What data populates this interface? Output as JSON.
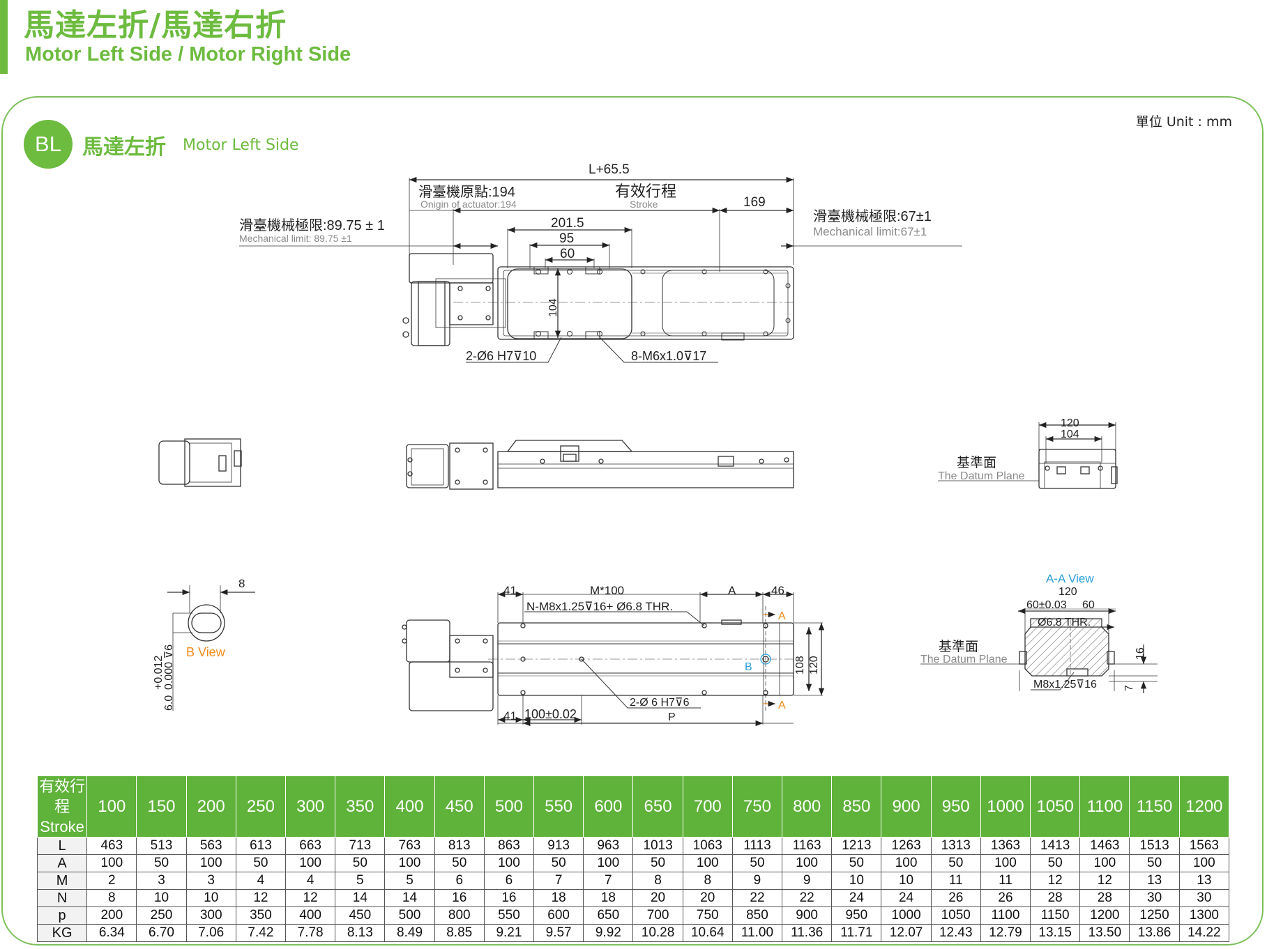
{
  "header": {
    "title_zh": "馬達左折/馬達右折",
    "title_en": "Motor Left Side / Motor Right Side"
  },
  "unit_label": "單位 Unit : mm",
  "section": {
    "badge": "BL",
    "title_zh": "馬達左折",
    "title_en": "Motor Left Side"
  },
  "top_view": {
    "total_length": "L+65.5",
    "origin_zh": "滑臺機原點:194",
    "origin_en": "Onigin of actuator:194",
    "stroke_zh": "有效行程",
    "stroke_en": "Stroke",
    "dim_169": "169",
    "mech_limit_left_zh": "滑臺機械極限:89.75 ± 1",
    "mech_limit_left_en": "Mechanical limit: 89.75 ±1",
    "mech_limit_right_zh": "滑臺機械極限:67±1",
    "mech_limit_right_en": "Mechanical limit:67±1",
    "dim_201_5": "201.5",
    "dim_95": "95",
    "dim_60": "60",
    "dim_104": "104",
    "note_pin_hole": "2-Ø6 H7⊽10",
    "note_tap": "8-M6x1.0⊽17"
  },
  "end_view": {
    "dim_120": "120",
    "dim_104": "104",
    "datum_zh": "基準面",
    "datum_en": "The Datum Plane"
  },
  "b_view": {
    "dim_8": "8",
    "tolerance_line1": "+0.012",
    "tolerance_line2": "0.000 ⊽6",
    "tolerance_line3": "6.0",
    "label": "B View"
  },
  "bottom_view": {
    "dim_41_top": "41",
    "dim_m100": "M*100",
    "dim_a": "A",
    "dim_46": "46",
    "note_thread": "N-M8x1.25⊽16+ Ø6.8 THR.",
    "dim_41_bottom": "41",
    "dim_100": "100±0.02",
    "note_pin": "2-Ø 6  H7⊽6",
    "dim_p": "P",
    "dim_108": "108",
    "dim_120": "120",
    "marker_a": "A",
    "marker_b": "B"
  },
  "aa_view": {
    "title": "A-A View",
    "dim_120": "120",
    "dim_60_tol": "60±0.03",
    "dim_60": "60",
    "dim_thru": "Ø6.8  THR.",
    "datum_zh": "基準面",
    "datum_en": "The Datum Plane",
    "dim_16": "16",
    "dim_7": "7",
    "note_tap": "M8x1.25⊽16"
  },
  "spec_table": {
    "header_zh": "有效行程",
    "header_en": "Stroke",
    "strokes": [
      "100",
      "150",
      "200",
      "250",
      "300",
      "350",
      "400",
      "450",
      "500",
      "550",
      "600",
      "650",
      "700",
      "750",
      "800",
      "850",
      "900",
      "950",
      "1000",
      "1050",
      "1100",
      "1150",
      "1200"
    ],
    "rows": [
      {
        "label": "L",
        "values": [
          "463",
          "513",
          "563",
          "613",
          "663",
          "713",
          "763",
          "813",
          "863",
          "913",
          "963",
          "1013",
          "1063",
          "1113",
          "1163",
          "1213",
          "1263",
          "1313",
          "1363",
          "1413",
          "1463",
          "1513",
          "1563"
        ]
      },
      {
        "label": "A",
        "values": [
          "100",
          "50",
          "100",
          "50",
          "100",
          "50",
          "100",
          "50",
          "100",
          "50",
          "100",
          "50",
          "100",
          "50",
          "100",
          "50",
          "100",
          "50",
          "100",
          "50",
          "100",
          "50",
          "100"
        ]
      },
      {
        "label": "M",
        "values": [
          "2",
          "3",
          "3",
          "4",
          "4",
          "5",
          "5",
          "6",
          "6",
          "7",
          "7",
          "8",
          "8",
          "9",
          "9",
          "10",
          "10",
          "11",
          "11",
          "12",
          "12",
          "13",
          "13"
        ]
      },
      {
        "label": "N",
        "values": [
          "8",
          "10",
          "10",
          "12",
          "12",
          "14",
          "14",
          "16",
          "16",
          "18",
          "18",
          "20",
          "20",
          "22",
          "22",
          "24",
          "24",
          "26",
          "26",
          "28",
          "28",
          "30",
          "30"
        ]
      },
      {
        "label": "p",
        "values": [
          "200",
          "250",
          "300",
          "350",
          "400",
          "450",
          "500",
          "800",
          "550",
          "600",
          "650",
          "700",
          "750",
          "850",
          "900",
          "950",
          "1000",
          "1050",
          "1100",
          "1150",
          "1200",
          "1250",
          "1300"
        ]
      },
      {
        "label": "KG",
        "values": [
          "6.34",
          "6.70",
          "7.06",
          "7.42",
          "7.78",
          "8.13",
          "8.49",
          "8.85",
          "9.21",
          "9.57",
          "9.92",
          "10.28",
          "10.64",
          "11.00",
          "11.36",
          "11.71",
          "12.07",
          "12.43",
          "12.79",
          "13.15",
          "13.50",
          "13.86",
          "14.22"
        ]
      }
    ]
  },
  "colors": {
    "brand_green": "#6dbb3f",
    "table_header": "#5fb23a",
    "annotation_orange": "#f08a18",
    "annotation_blue": "#2a9fd8"
  }
}
